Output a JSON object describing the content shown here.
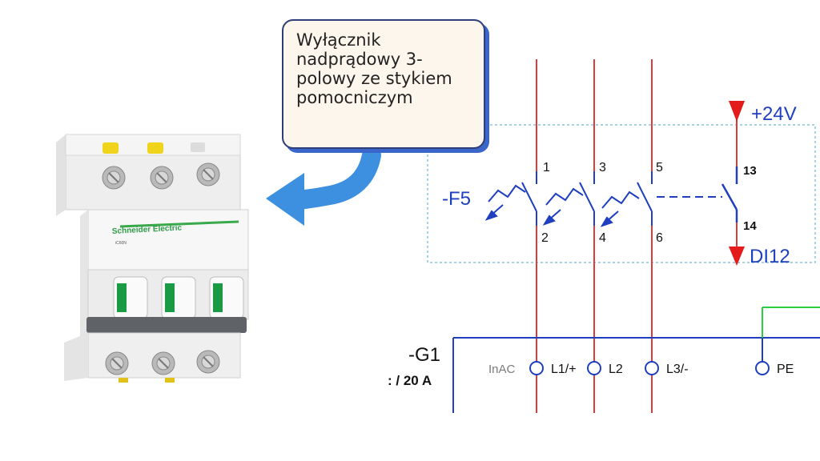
{
  "callout": {
    "text": "Wyłącznik nadprądowy 3-polowy ze stykiem pomocniczym"
  },
  "breaker_photo": {
    "brand": "Schneider Electric",
    "model": "iC60N"
  },
  "schematic": {
    "device_label": "-F5",
    "terminals_top": [
      "1",
      "3",
      "5"
    ],
    "terminals_bottom": [
      "2",
      "4",
      "6"
    ],
    "aux_terminals": [
      "13",
      "14"
    ],
    "supply_label": "+24V",
    "input_label": "DI12",
    "bus_label": "-G1",
    "bus_rating": ": / 20 A",
    "bus_terminals": [
      "InAC",
      "L1/+",
      "L2",
      "L3/-",
      "PE"
    ]
  },
  "colors": {
    "phase_line": "#e03a3a",
    "schematic_blue": "#1f3fbf",
    "arrow_blue": "#3d8fe0",
    "pe_green": "#2ecc40",
    "callout_fill": "#fdf6ec"
  }
}
